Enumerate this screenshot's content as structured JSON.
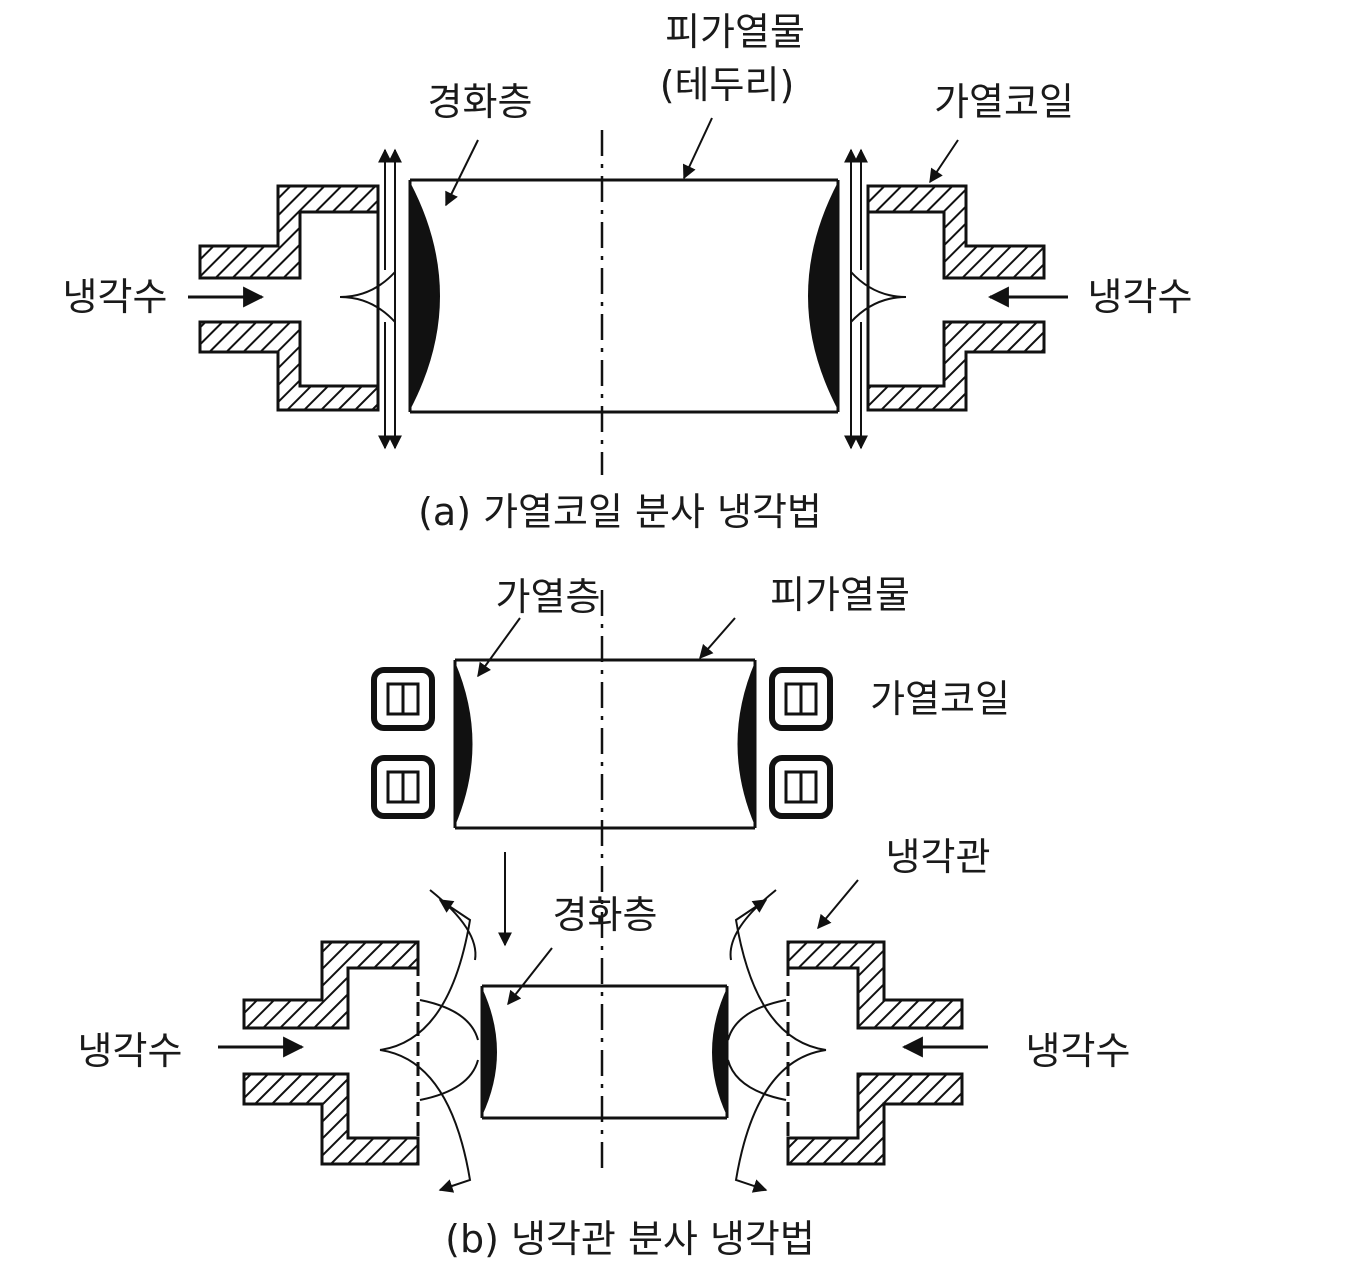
{
  "diagram_a": {
    "label_workpiece": "피가열물",
    "label_workpiece_sub": "(테두리)",
    "label_hardened_layer": "경화층",
    "label_heating_coil": "가열코일",
    "label_coolant_left": "냉각수",
    "label_coolant_right": "냉각수",
    "caption": "(a) 가열코일 분사 냉각법"
  },
  "diagram_b": {
    "label_heated_layer": "가열층",
    "label_workpiece": "피가열물",
    "label_heating_coil": "가열코일",
    "label_cooling_pipe": "냉각관",
    "label_hardened_layer": "경화층",
    "label_coolant_left": "냉각수",
    "label_coolant_right": "냉각수",
    "caption": "(b) 냉각관 분사 냉각법"
  },
  "colors": {
    "ink": "#111111",
    "background": "#ffffff"
  }
}
